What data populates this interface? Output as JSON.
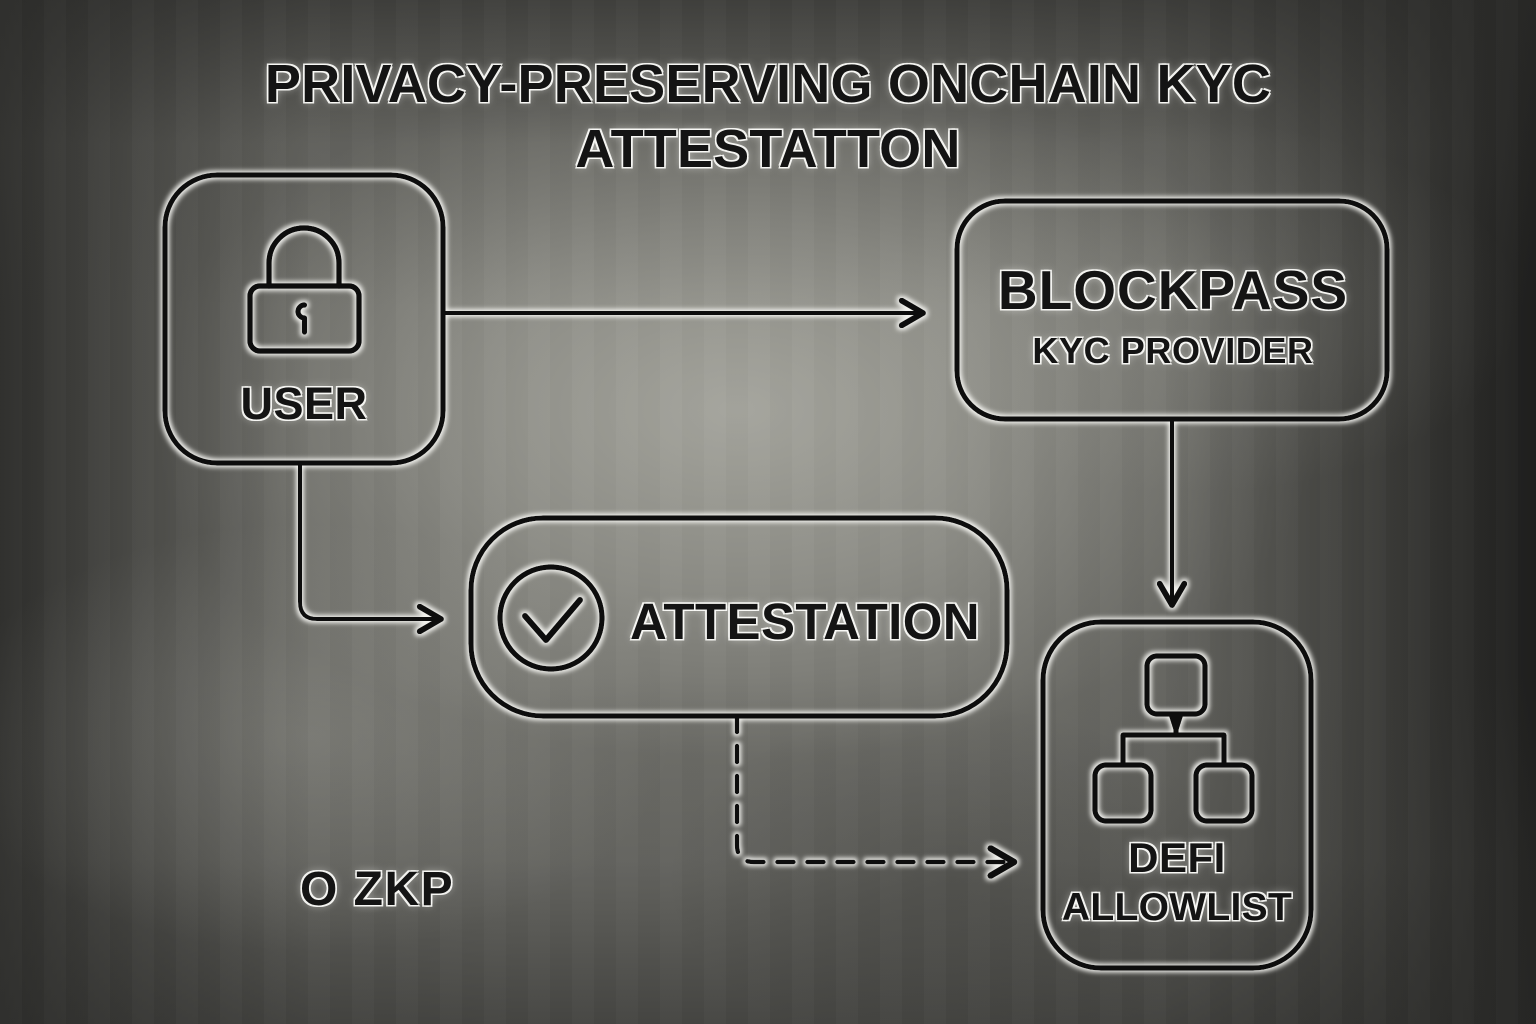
{
  "title": {
    "line1": "PRIVACY-PRESERVING ONCHAIN KYC",
    "line2": "ATTESTATTON"
  },
  "nodes": {
    "user": {
      "label": "USER",
      "icon": "padlock-icon"
    },
    "blockpass": {
      "label": "BLOCKPASS",
      "sublabel": "KYC PROVIDER"
    },
    "attestation": {
      "label": "ATTESTATION",
      "icon": "check-circle-icon"
    },
    "defi": {
      "label": "DEFI",
      "sublabel": "ALLOWLIST",
      "icon": "hierarchy-network-icon"
    }
  },
  "annotations": {
    "zkp": "O ZKP"
  },
  "edges": [
    {
      "name": "user-to-blockpass",
      "style": "solid",
      "from": "user",
      "to": "blockpass"
    },
    {
      "name": "user-to-attestation",
      "style": "solid",
      "from": "user",
      "to": "attestation"
    },
    {
      "name": "blockpass-to-defi",
      "style": "solid",
      "from": "blockpass",
      "to": "defi"
    },
    {
      "name": "attestation-to-defi",
      "style": "dashed",
      "from": "attestation",
      "to": "defi"
    }
  ],
  "colors": {
    "stroke": "#101010",
    "glow": "#f7f7f3",
    "text": "#141414",
    "background_light": "#a8a8a0",
    "background_dark": "#2c2c2a"
  }
}
